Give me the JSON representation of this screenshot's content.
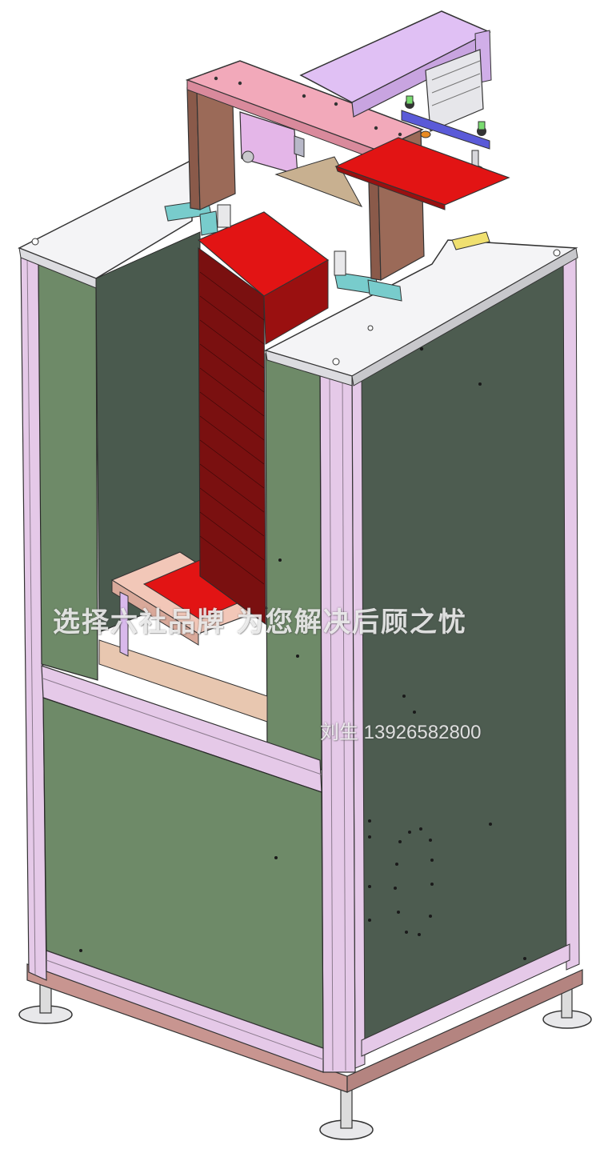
{
  "watermark": {
    "slogan": "选择六社品牌 为您解决后顾之忧",
    "contact": "刘生 13926582800"
  },
  "colors": {
    "panel_green": "#6e8a68",
    "panel_dark": "#4d5c50",
    "frame_pink": "#e5c9e8",
    "product_red": "#e21414",
    "top_plate": "#f4f4f6",
    "bracket_brown": "#9b6a58",
    "bracket_pink": "#f2a9ba",
    "lifter_plate": "#f2c7b8",
    "cylinder_violet": "#d9b9ec",
    "clamp_teal": "#78cccc"
  },
  "icons": [
    "machine-cad-render"
  ]
}
